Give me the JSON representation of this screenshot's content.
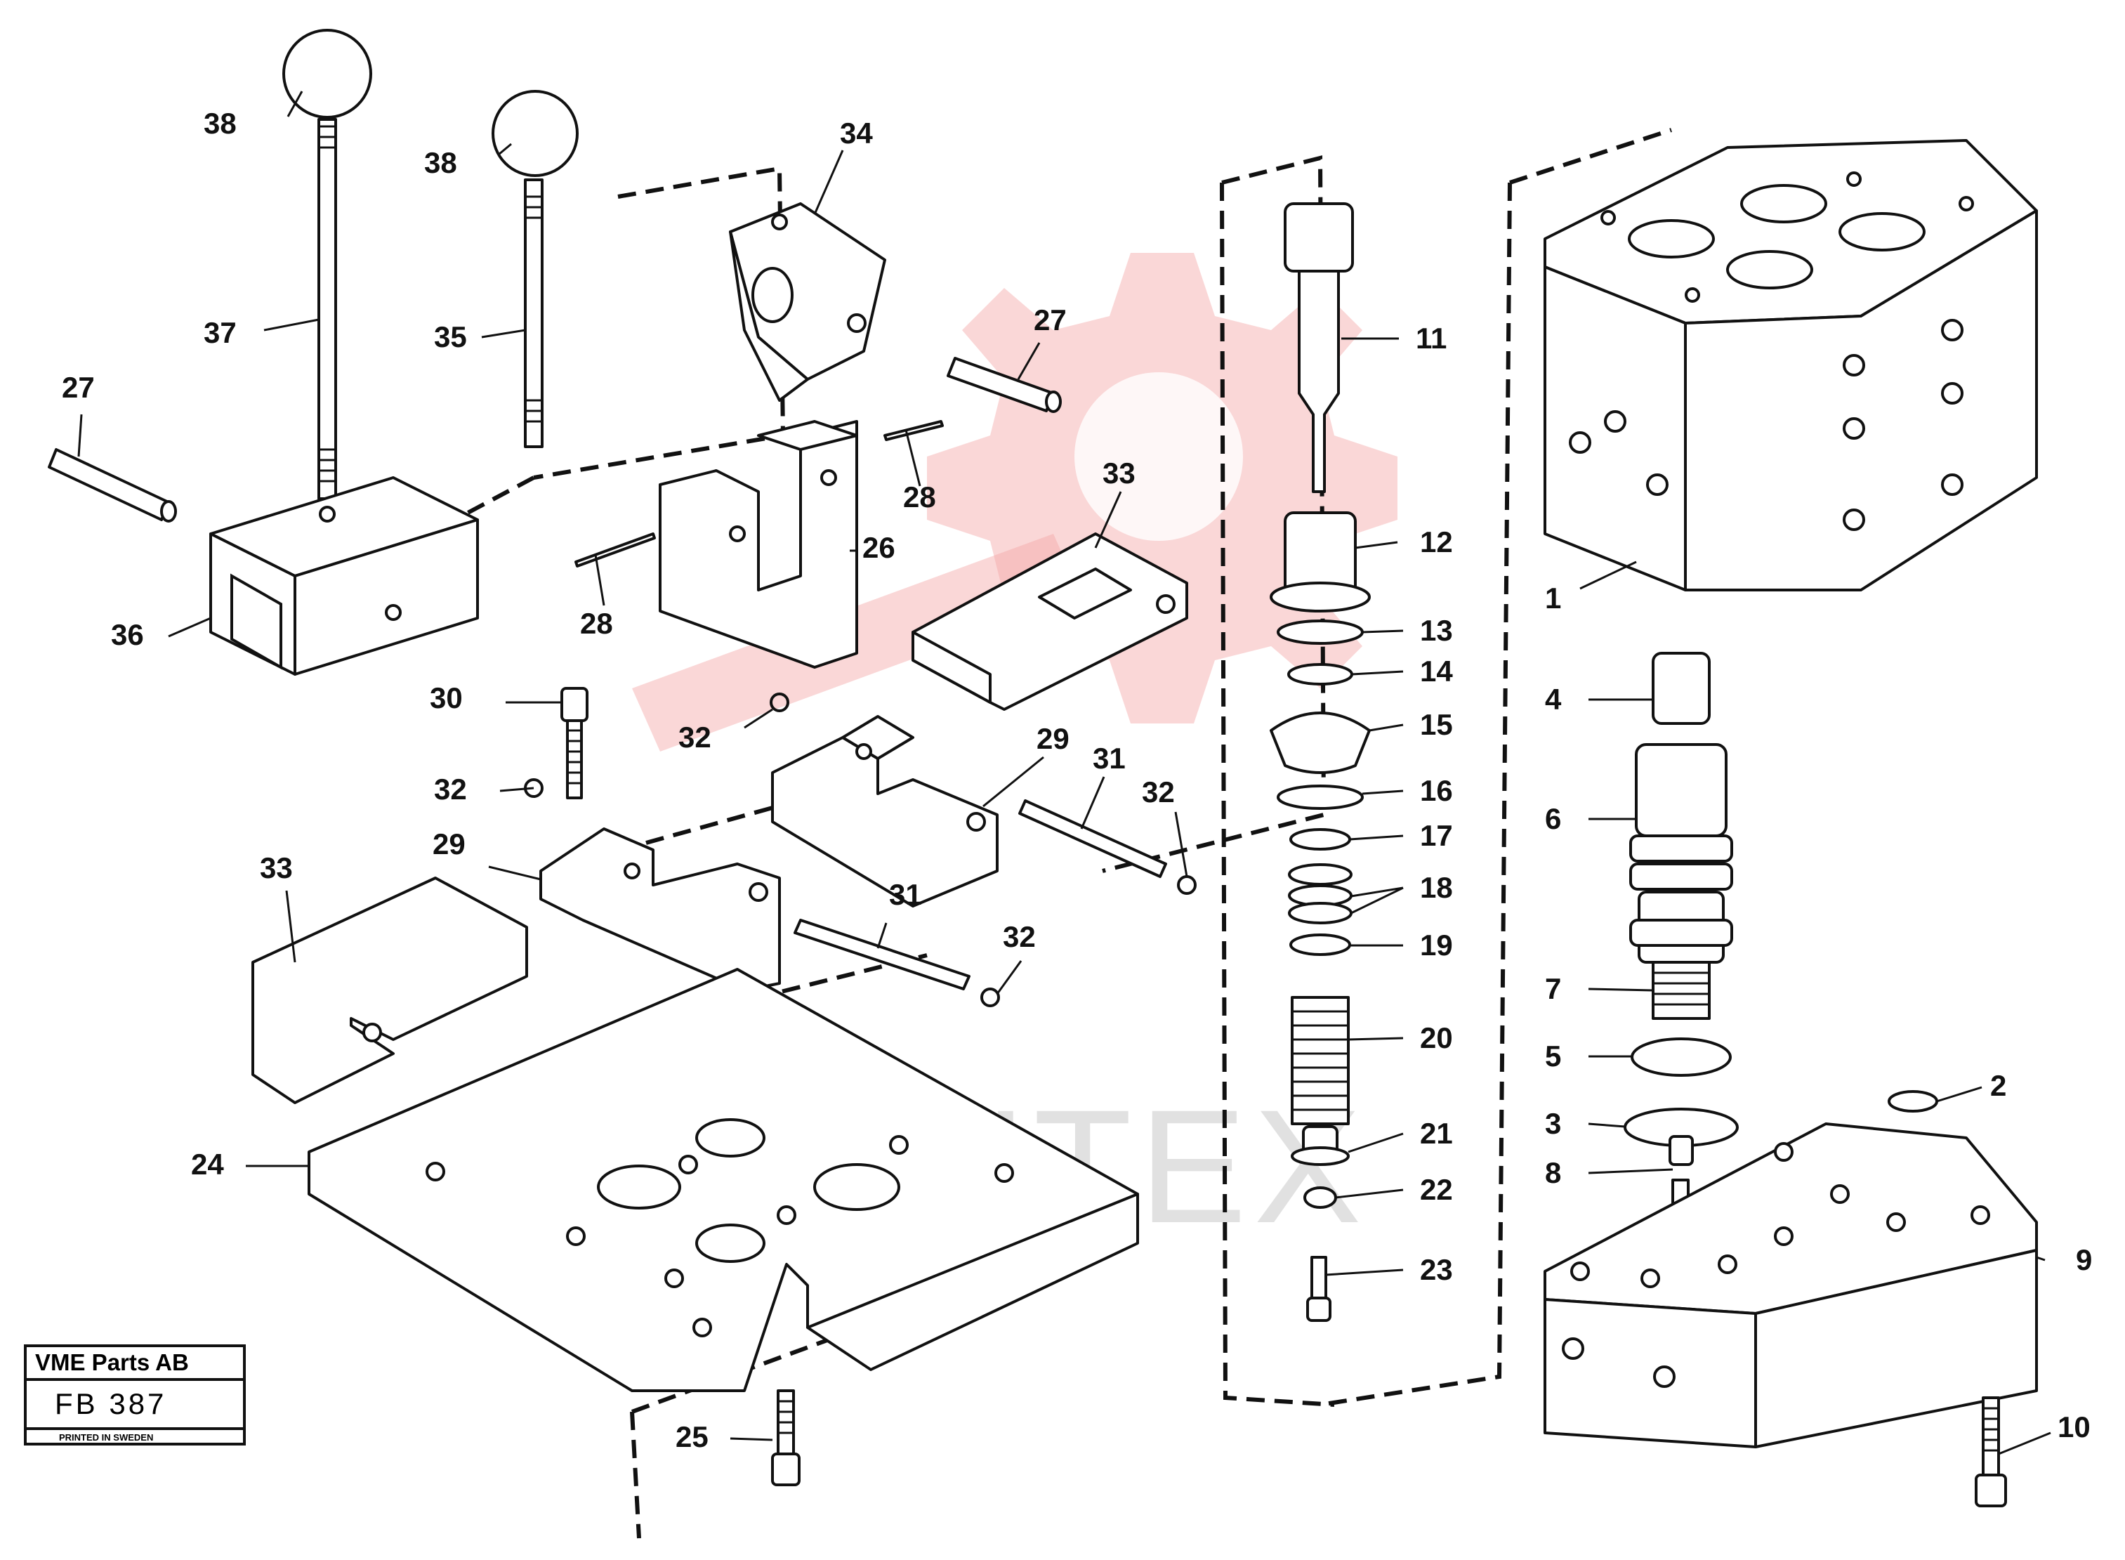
{
  "watermark": {
    "text": "ИНТЕХ",
    "logo": "gear-wrench-logo",
    "color": "#f4a6a6"
  },
  "title_block": {
    "company": "VME Parts AB",
    "code": "FB 387",
    "footer": "PRINTED IN SWEDEN"
  },
  "callouts": {
    "c1": "1",
    "c2": "2",
    "c3": "3",
    "c4": "4",
    "c5": "5",
    "c6": "6",
    "c7": "7",
    "c8": "8",
    "c9": "9",
    "c10": "10",
    "c11": "11",
    "c12": "12",
    "c13": "13",
    "c14": "14",
    "c15": "15",
    "c16": "16",
    "c17": "17",
    "c18": "18",
    "c19": "19",
    "c20": "20",
    "c21": "21",
    "c22": "22",
    "c23": "23",
    "c24": "24",
    "c25": "25",
    "c26": "26",
    "c27a": "27",
    "c27b": "27",
    "c28a": "28",
    "c28b": "28",
    "c29a": "29",
    "c29b": "29",
    "c30": "30",
    "c31a": "31",
    "c31b": "31",
    "c32a": "32",
    "c32b": "32",
    "c32c": "32",
    "c32d": "32",
    "c33a": "33",
    "c33b": "33",
    "c34": "34",
    "c35": "35",
    "c36": "36",
    "c37": "37",
    "c38a": "38",
    "c38b": "38"
  }
}
